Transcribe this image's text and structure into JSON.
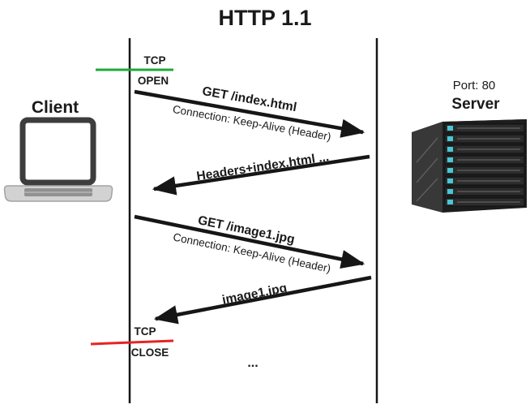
{
  "title": "HTTP 1.1",
  "client": {
    "label": "Client"
  },
  "server": {
    "port": "Port: 80",
    "label": "Server"
  },
  "tcp_open": {
    "top": "TCP",
    "bottom": "OPEN",
    "color": "#1fa83a"
  },
  "tcp_close": {
    "top": "TCP",
    "bottom": "CLOSE",
    "color": "#e42523"
  },
  "messages": [
    {
      "dir": "client-to-server",
      "line1": "GET /index.html",
      "line2": "Connection: Keep-Alive (Header)"
    },
    {
      "dir": "server-to-client",
      "line1": "Headers+index.html ..."
    },
    {
      "dir": "client-to-server",
      "line1": "GET /image1.jpg",
      "line2": "Connection: Keep-Alive (Header)"
    },
    {
      "dir": "server-to-client",
      "line1": "image1.jpg"
    }
  ],
  "ellipsis": "...",
  "colors": {
    "arrow": "#161616",
    "lifeline": "#161616",
    "server_accent": "#49c7d4"
  }
}
